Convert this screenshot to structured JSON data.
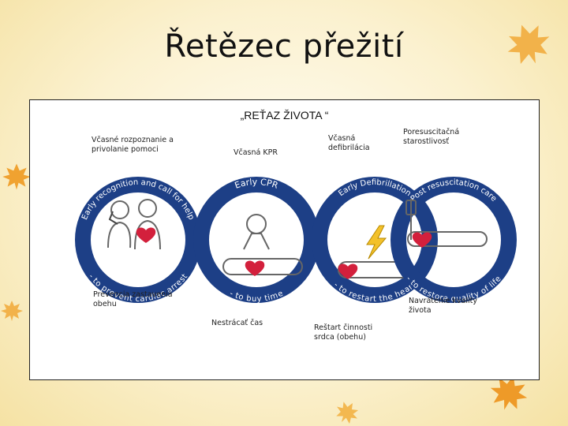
{
  "slide": {
    "title": "Řetězec přežití"
  },
  "chain": {
    "title": "„REŤAZ ŽIVOTA “",
    "labels": {
      "recognition": "Včasné rozpoznanie a privolanie pomoci",
      "cpr": "Včasná KPR",
      "defibrillation": "Včasná defibrilácia",
      "post_care": "Poresuscitačná starostlivosť",
      "prevention": "Prevencia zastavenia obehu",
      "buy_time": "Nestrácať čas",
      "restart": "Reštart činnosti srdca (obehu)",
      "quality": "Navrátenie kvality života"
    },
    "rings": [
      {
        "top_text": "Early recognition and call for help",
        "bottom_text": "- to prevent cardiac arrest"
      },
      {
        "top_text": "Early CPR",
        "bottom_text": "- to buy time"
      },
      {
        "top_text": "Early Defibrillation",
        "bottom_text": "- to restart the heart"
      },
      {
        "top_text": "Post resuscitation care",
        "bottom_text": "- to restore quality of life"
      }
    ],
    "colors": {
      "ring": "#1d3f86",
      "heart": "#d3203c",
      "bolt": "#f3c12a",
      "leaf": "#f0a83a"
    }
  }
}
